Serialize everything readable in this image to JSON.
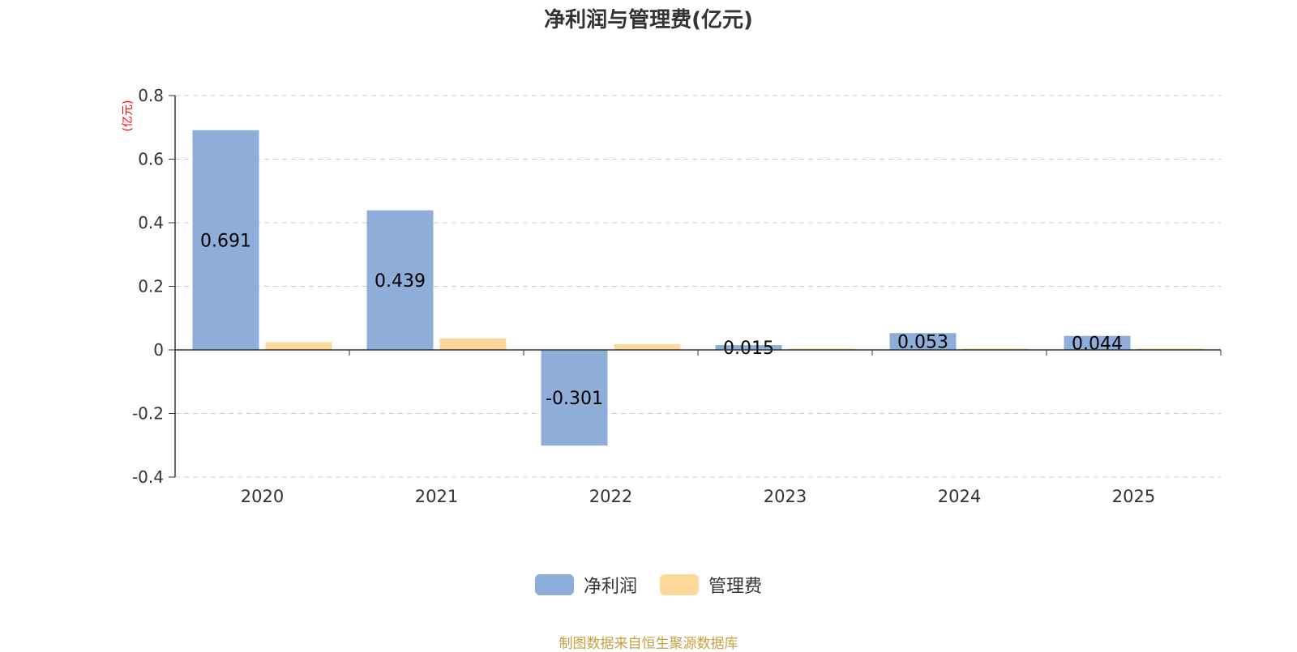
{
  "title": "净利润与管理费(亿元)",
  "source_note": "制图数据来自恒生聚源数据库",
  "colors": {
    "source": "#c8a040",
    "axis": "#333333",
    "grid": "#cccccc",
    "unit": "#ff0000"
  },
  "chart_data": {
    "type": "bar",
    "title": "净利润与管理费(亿元)",
    "unit_label": "(亿元)",
    "categories": [
      "2020",
      "2021",
      "2022",
      "2023",
      "2024",
      "2025"
    ],
    "series": [
      {
        "name": "净利润",
        "color": "#8eadd9",
        "values": [
          0.691,
          0.439,
          -0.301,
          0.015,
          0.053,
          0.044
        ],
        "labels": [
          "0.691",
          "0.439",
          "-0.301",
          "0.015",
          "0.053",
          "0.044"
        ]
      },
      {
        "name": "管理费",
        "color": "#fdd899",
        "values": [
          0.024,
          0.036,
          0.018,
          0.004,
          0.004,
          0.004
        ]
      }
    ],
    "ylim": [
      -0.4,
      0.8
    ],
    "yticks": [
      -0.4,
      -0.2,
      0,
      0.2,
      0.4,
      0.6,
      0.8
    ],
    "ytick_labels": [
      "-0.4",
      "-0.2",
      "0",
      "0.2",
      "0.4",
      "0.6",
      "0.8"
    ],
    "grid": true,
    "legend_position": "bottom"
  }
}
